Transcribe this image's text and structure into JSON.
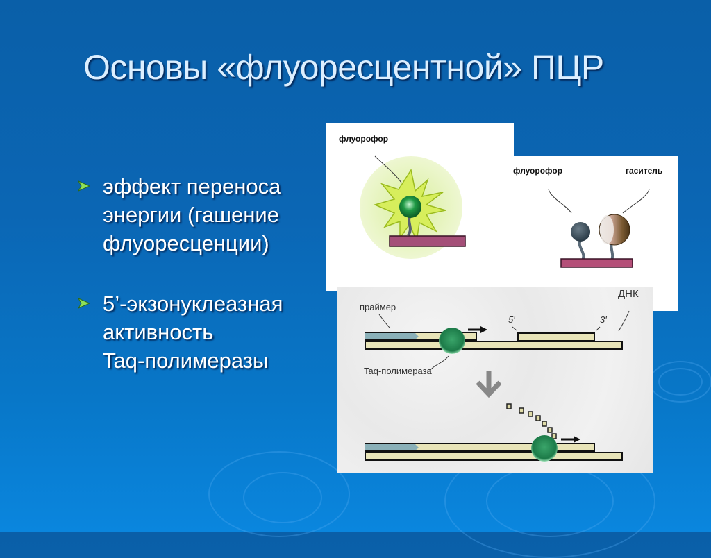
{
  "slide": {
    "title": "Основы «флуоресцентной» ПЦР",
    "bullets": [
      {
        "icon": "green-arrow-bullet-icon",
        "lines": [
          "эффект переноса",
          "энергии (гашение",
          "флуоресценции)"
        ]
      },
      {
        "icon": "green-arrow-bullet-icon",
        "lines": [
          "5’-экзонуклеазная",
          "активность",
          "Taq-полимеразы"
        ]
      }
    ],
    "colors": {
      "background": "#0b66b4",
      "title": "#dcefff",
      "bullet_arrow": "#8fe05a"
    }
  },
  "figures": {
    "panel1": {
      "label_fluorophore": "флуорофор"
    },
    "panel2": {
      "label_fluorophore": "флуорофор",
      "label_quencher": "гаситель"
    },
    "panel3": {
      "label_primer": "праймер",
      "label_dna": "ДНК",
      "label_5prime": "5'",
      "label_3prime": "3'",
      "label_taq": "Taq-полимераза"
    }
  }
}
